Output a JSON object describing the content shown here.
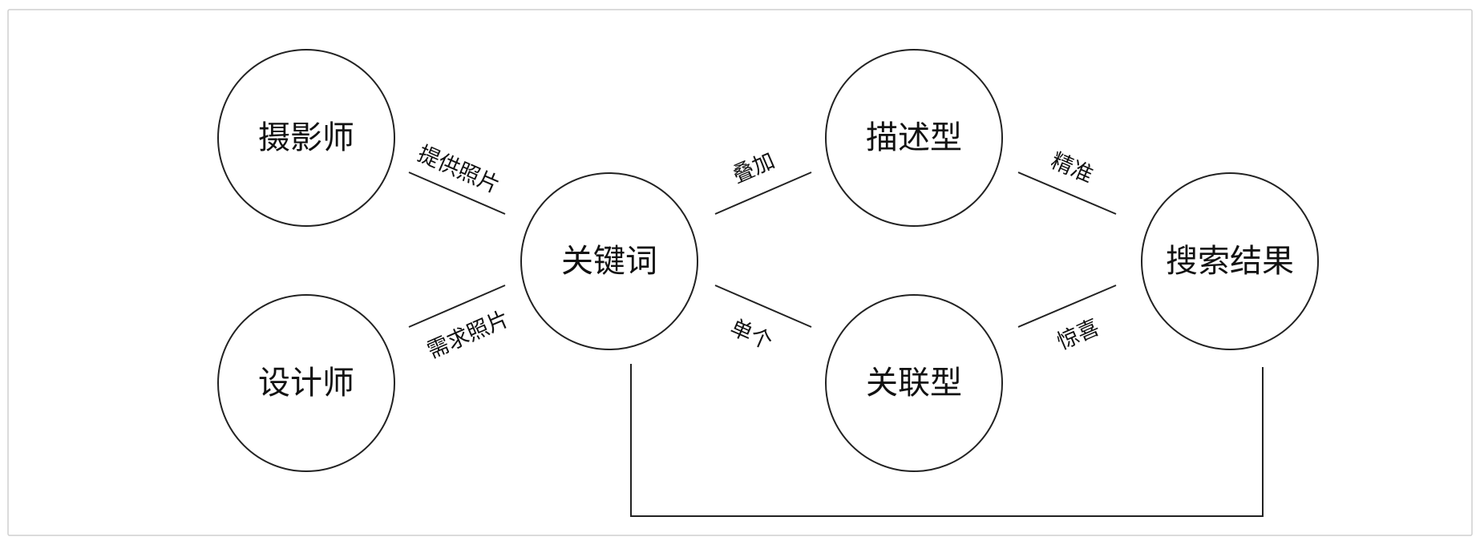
{
  "diagram": {
    "nodes": {
      "photographer": "摄影师",
      "designer": "设计师",
      "keyword": "关键词",
      "descriptive": "描述型",
      "associative": "关联型",
      "search_result": "搜索结果"
    },
    "edges": {
      "provide_photos": "提供照片",
      "need_photos": "需求照片",
      "stack": "叠加",
      "single": "单个",
      "precise": "精准",
      "surprise": "惊喜"
    }
  }
}
